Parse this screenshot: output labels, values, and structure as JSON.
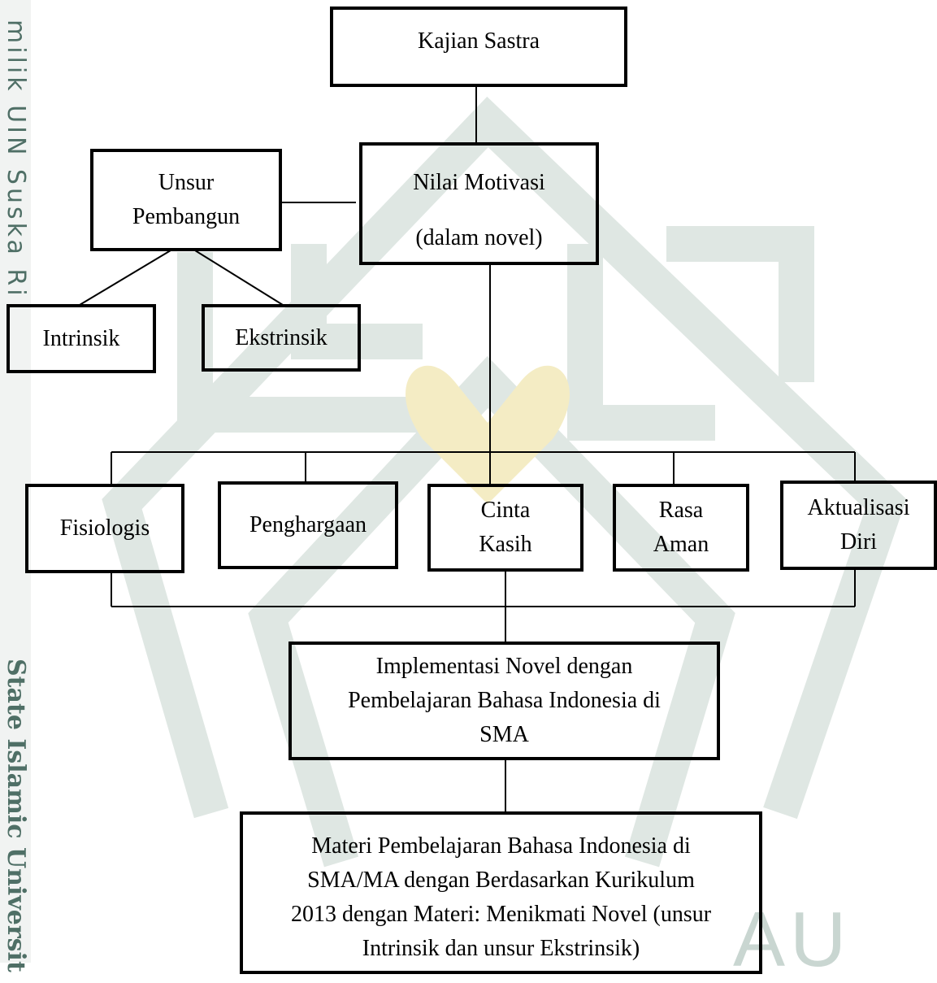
{
  "watermark": {
    "side_top": "milik UIN Suska Ri",
    "side_bottom": "State Islamic Universit",
    "corner": "AU"
  },
  "colors": {
    "watermark_green": "#4f6f66",
    "logo_green": "#dfe7e3",
    "logo_yellow": "#f4ecc4",
    "box_border": "#000000"
  },
  "diagram": {
    "root": {
      "line1": "Kajian Sastra"
    },
    "nilai_motivasi": {
      "line1": "Nilai Motivasi",
      "line2": "(dalam novel)"
    },
    "unsur_pembangun": {
      "line1": "Unsur",
      "line2": "Pembangun"
    },
    "intrinsik": {
      "line1": "Intrinsik"
    },
    "ekstrinsik": {
      "line1": "Ekstrinsik"
    },
    "fisiologis": {
      "line1": "Fisiologis"
    },
    "penghargaan": {
      "line1": "Penghargaan"
    },
    "cinta_kasih": {
      "line1": "Cinta",
      "line2": "Kasih"
    },
    "rasa_aman": {
      "line1": "Rasa",
      "line2": "Aman"
    },
    "aktualisasi_diri": {
      "line1": "Aktualisasi",
      "line2": "Diri"
    },
    "implementasi": {
      "line1": "Implementasi Novel dengan",
      "line2": "Pembelajaran Bahasa Indonesia di",
      "line3": "SMA"
    },
    "materi": {
      "line1": "Materi Pembelajaran Bahasa Indonesia di",
      "line2": "SMA/MA dengan Berdasarkan Kurikulum",
      "line3": "2013 dengan Materi: Menikmati Novel (unsur",
      "line4": "Intrinsik dan unsur Ekstrinsik)"
    }
  }
}
